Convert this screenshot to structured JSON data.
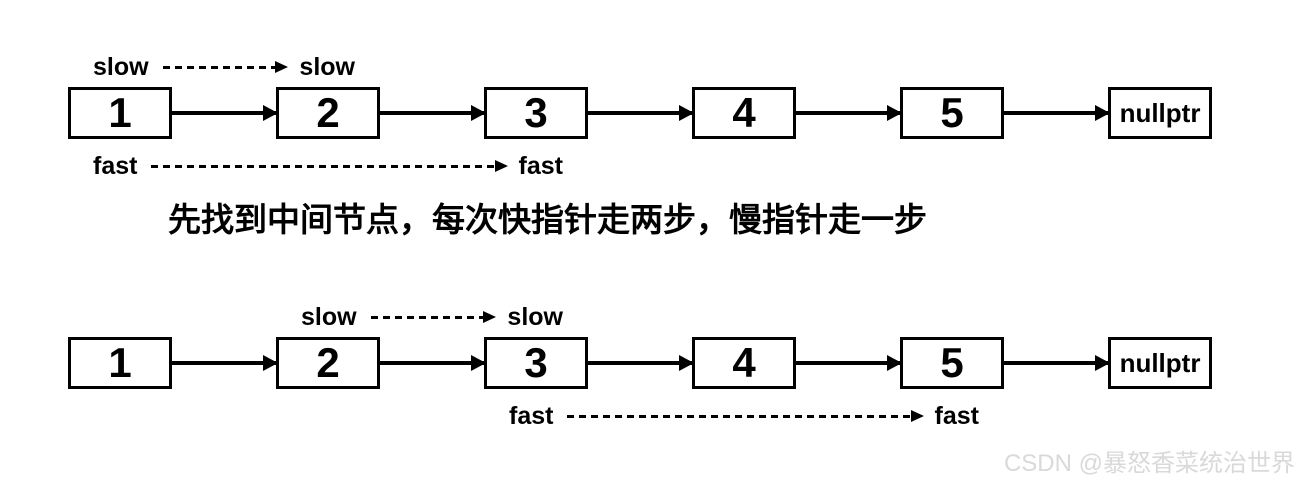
{
  "caption": "先找到中间节点，每次快指针走两步，慢指针走一步",
  "watermark": "CSDN @暴怒香菜统治世界",
  "colors": {
    "line": "#000000",
    "box_border": "#000000",
    "box_fill": "#ffffff",
    "text": "#000000",
    "watermark": "#d9d9d9"
  },
  "list_rows": [
    {
      "id": "before-step",
      "nodes": [
        "1",
        "2",
        "3",
        "4",
        "5",
        "nullptr"
      ],
      "pointers": [
        {
          "name": "slow",
          "start_label": "slow",
          "end_label": "slow",
          "from": 0,
          "to": 1,
          "position": "above"
        },
        {
          "name": "fast",
          "start_label": "fast",
          "end_label": "fast",
          "from": 0,
          "to": 2,
          "position": "below"
        }
      ]
    },
    {
      "id": "after-step",
      "nodes": [
        "1",
        "2",
        "3",
        "4",
        "5",
        "nullptr"
      ],
      "pointers": [
        {
          "name": "slow",
          "start_label": "slow",
          "end_label": "slow",
          "from": 1,
          "to": 2,
          "position": "above"
        },
        {
          "name": "fast",
          "start_label": "fast",
          "end_label": "fast",
          "from": 2,
          "to": 4,
          "position": "below"
        }
      ]
    }
  ]
}
